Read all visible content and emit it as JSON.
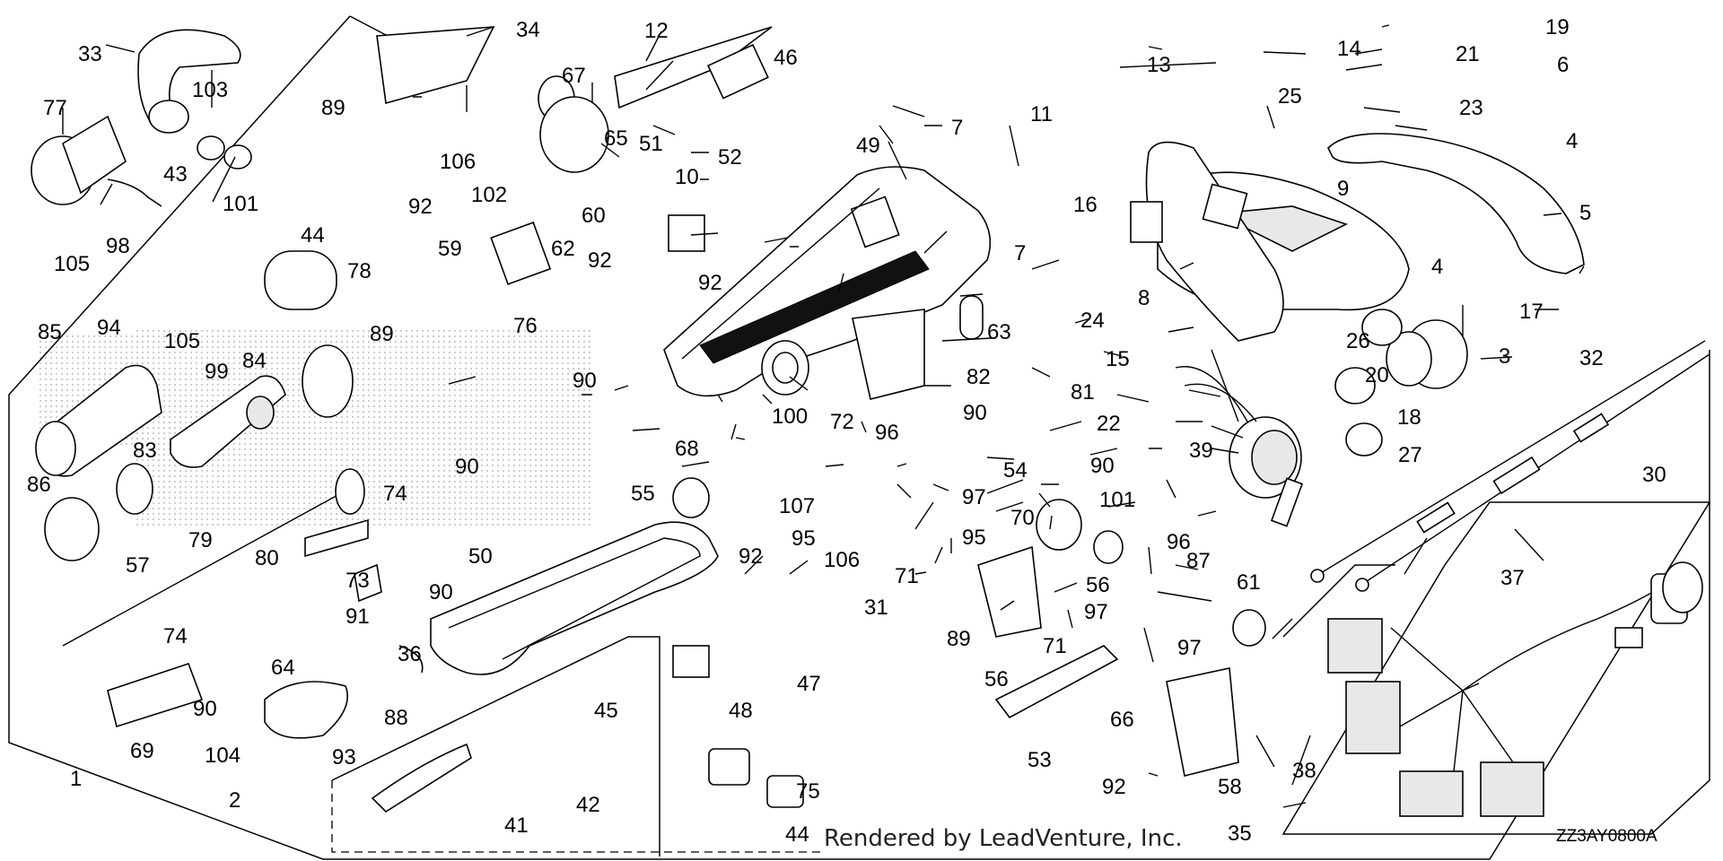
{
  "footer": {
    "rendered_by": "Rendered by LeadVenture, Inc.",
    "diagram_code": "ZZ3AY0800A"
  },
  "callouts": {
    "c1": "1",
    "c2": "2",
    "c3": "3",
    "c4a": "4",
    "c4b": "4",
    "c5": "5",
    "c6": "6",
    "c7a": "7",
    "c7b": "7",
    "c8": "8",
    "c9": "9",
    "c10": "10",
    "c11": "11",
    "c12": "12",
    "c13": "13",
    "c14": "14",
    "c15": "15",
    "c16": "16",
    "c17": "17",
    "c18": "18",
    "c19": "19",
    "c20": "20",
    "c21": "21",
    "c22": "22",
    "c23": "23",
    "c24": "24",
    "c25": "25",
    "c26": "26",
    "c27": "27",
    "c30": "30",
    "c31": "31",
    "c32": "32",
    "c33": "33",
    "c34": "34",
    "c35": "35",
    "c36": "36",
    "c37": "37",
    "c38": "38",
    "c39": "39",
    "c41": "41",
    "c42": "42",
    "c43": "43",
    "c44a": "44",
    "c44b": "44",
    "c45": "45",
    "c46": "46",
    "c47": "47",
    "c48": "48",
    "c49": "49",
    "c50": "50",
    "c51": "51",
    "c52": "52",
    "c53": "53",
    "c54": "54",
    "c55": "55",
    "c56a": "56",
    "c56b": "56",
    "c57": "57",
    "c58": "58",
    "c59": "59",
    "c60": "60",
    "c61": "61",
    "c62": "62",
    "c63": "63",
    "c64": "64",
    "c65": "65",
    "c66": "66",
    "c67": "67",
    "c68": "68",
    "c69": "69",
    "c70": "70",
    "c71a": "71",
    "c71b": "71",
    "c72": "72",
    "c73": "73",
    "c74a": "74",
    "c74b": "74",
    "c75": "75",
    "c76": "76",
    "c77": "77",
    "c78": "78",
    "c79": "79",
    "c80": "80",
    "c81": "81",
    "c82": "82",
    "c83": "83",
    "c84": "84",
    "c85": "85",
    "c86": "86",
    "c87": "87",
    "c88": "88",
    "c89a": "89",
    "c89b": "89",
    "c89c": "89",
    "c90a": "90",
    "c90b": "90",
    "c90c": "90",
    "c90d": "90",
    "c90e": "90",
    "c90f": "90",
    "c91": "91",
    "c92a": "92",
    "c92b": "92",
    "c92c": "92",
    "c92d": "92",
    "c92e": "92",
    "c93": "93",
    "c94": "94",
    "c95a": "95",
    "c95b": "95",
    "c96a": "96",
    "c96b": "96",
    "c97a": "97",
    "c97b": "97",
    "c97c": "97",
    "c98": "98",
    "c99": "99",
    "c100": "100",
    "c101a": "101",
    "c101b": "101",
    "c102": "102",
    "c103": "103",
    "c104": "104",
    "c105a": "105",
    "c105b": "105",
    "c106a": "106",
    "c106b": "106",
    "c107": "107"
  }
}
